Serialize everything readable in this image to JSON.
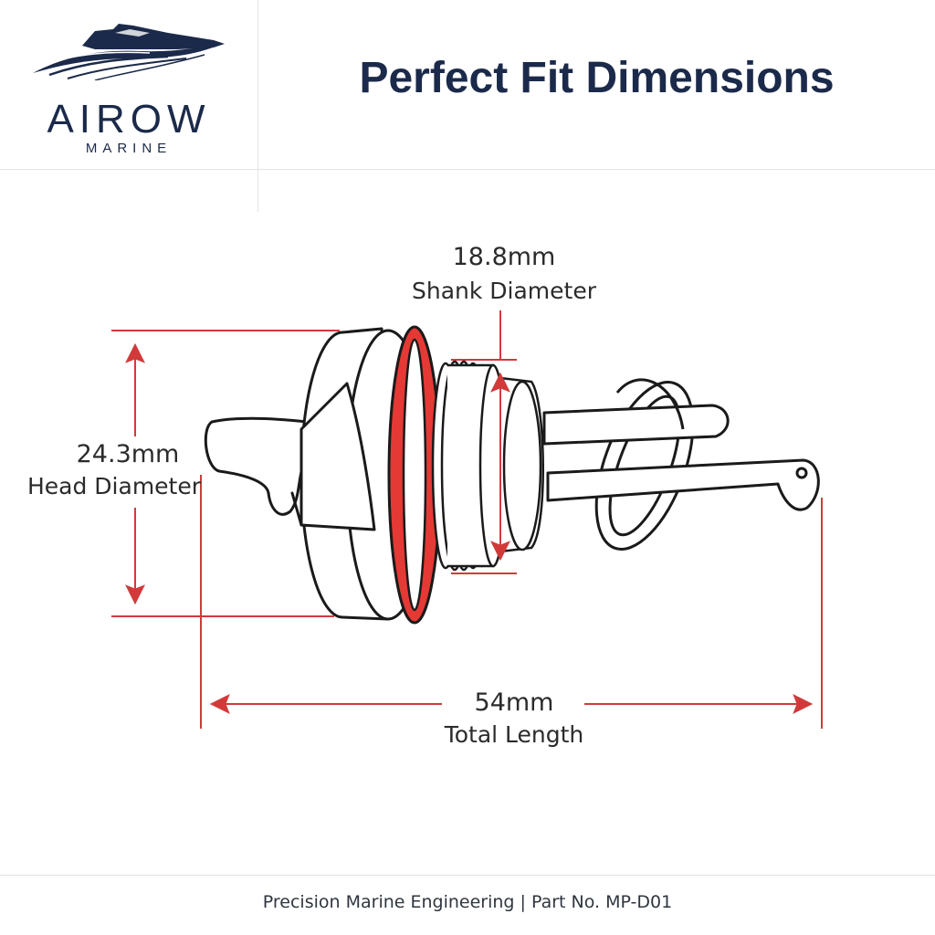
{
  "brand": {
    "name": "AIROW",
    "subtitle": "MARINE",
    "logo_icon": "speedboat-waves-icon"
  },
  "title": "Perfect Fit Dimensions",
  "dimensions": {
    "shank": {
      "value": "18.8mm",
      "label": "Shank Diameter"
    },
    "head": {
      "value": "24.3mm",
      "label": "Head Diameter"
    },
    "length": {
      "value": "54mm",
      "label": "Total Length"
    }
  },
  "footer": "Precision Marine Engineering | Part No. MP-D01",
  "colors": {
    "brand_navy": "#1b2a4a",
    "dimension_red": "#d23a3a",
    "seal_red": "#e53935",
    "outline": "#1a1a1a"
  }
}
